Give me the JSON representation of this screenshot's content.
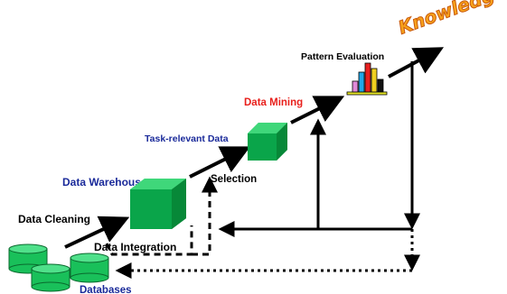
{
  "diagram": {
    "stages": {
      "databases": "Databases",
      "data_cleaning": "Data Cleaning",
      "data_integration": "Data Integration",
      "data_warehouse": "Data Warehouse",
      "selection": "Selection",
      "task_relevant_data": "Task-relevant Data",
      "data_mining": "Data Mining",
      "pattern_evaluation": "Pattern Evaluation",
      "knowledge": "Knowledge"
    },
    "colors": {
      "cube_front": "#0aa54a",
      "cube_top": "#3fd77a",
      "cube_side": "#078838",
      "cylinder_body": "#19c05a",
      "cylinder_top": "#4fe08a",
      "warehouse_label": "#1a2a9a",
      "data_mining_label": "#e8201c",
      "knowledge_fill": "#f7a21b",
      "knowledge_edge": "#c8580c",
      "arrow": "#000000"
    },
    "icons": [
      "database-cylinder-icon",
      "data-warehouse-cube-icon",
      "task-data-cube-icon",
      "bar-chart-icon",
      "knowledge-wordart"
    ]
  }
}
